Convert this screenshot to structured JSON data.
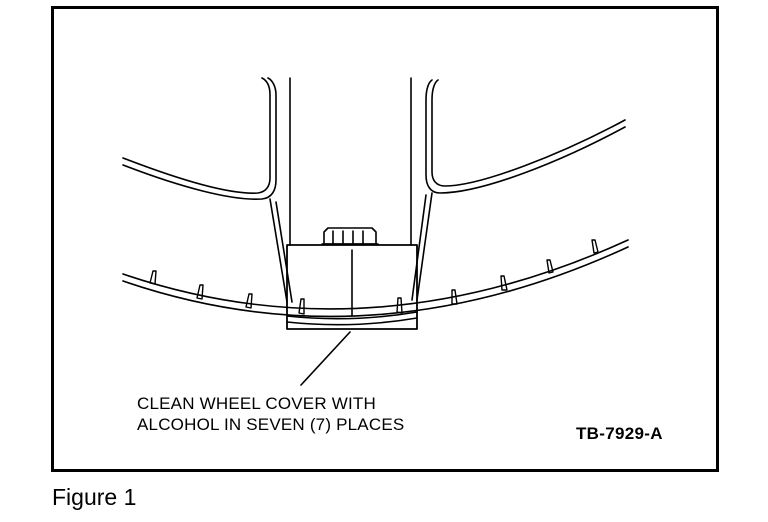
{
  "callout": {
    "line1": "CLEAN WHEEL COVER WITH",
    "line2": "ALCOHOL IN SEVEN (7) PLACES"
  },
  "figure_code": "TB-7929-A",
  "caption": "Figure 1"
}
